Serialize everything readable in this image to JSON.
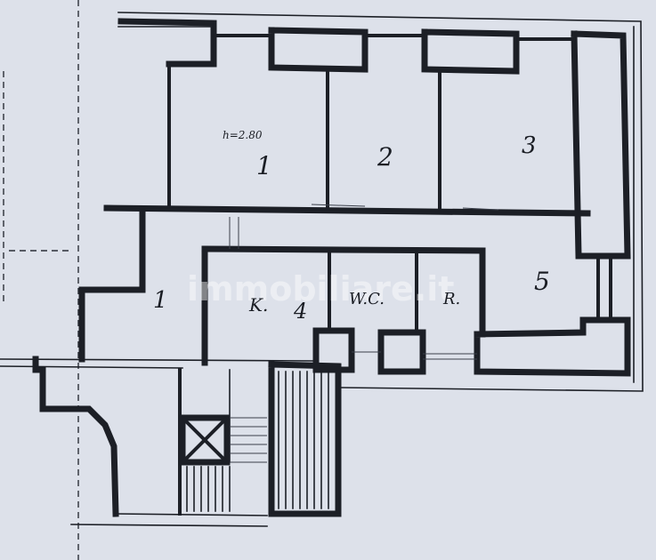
{
  "rooms": {
    "r1": "1",
    "r2": "2",
    "r3": "3",
    "r5": "5",
    "kitchen": "K.",
    "kitchen_num": "4",
    "wc": "W.C.",
    "r": "R.",
    "hall": "1"
  },
  "height_note": "h=2.80",
  "watermark": "immobiliare.it",
  "colors": {
    "paper": "#dde1ea",
    "ink": "#1c1f26"
  }
}
